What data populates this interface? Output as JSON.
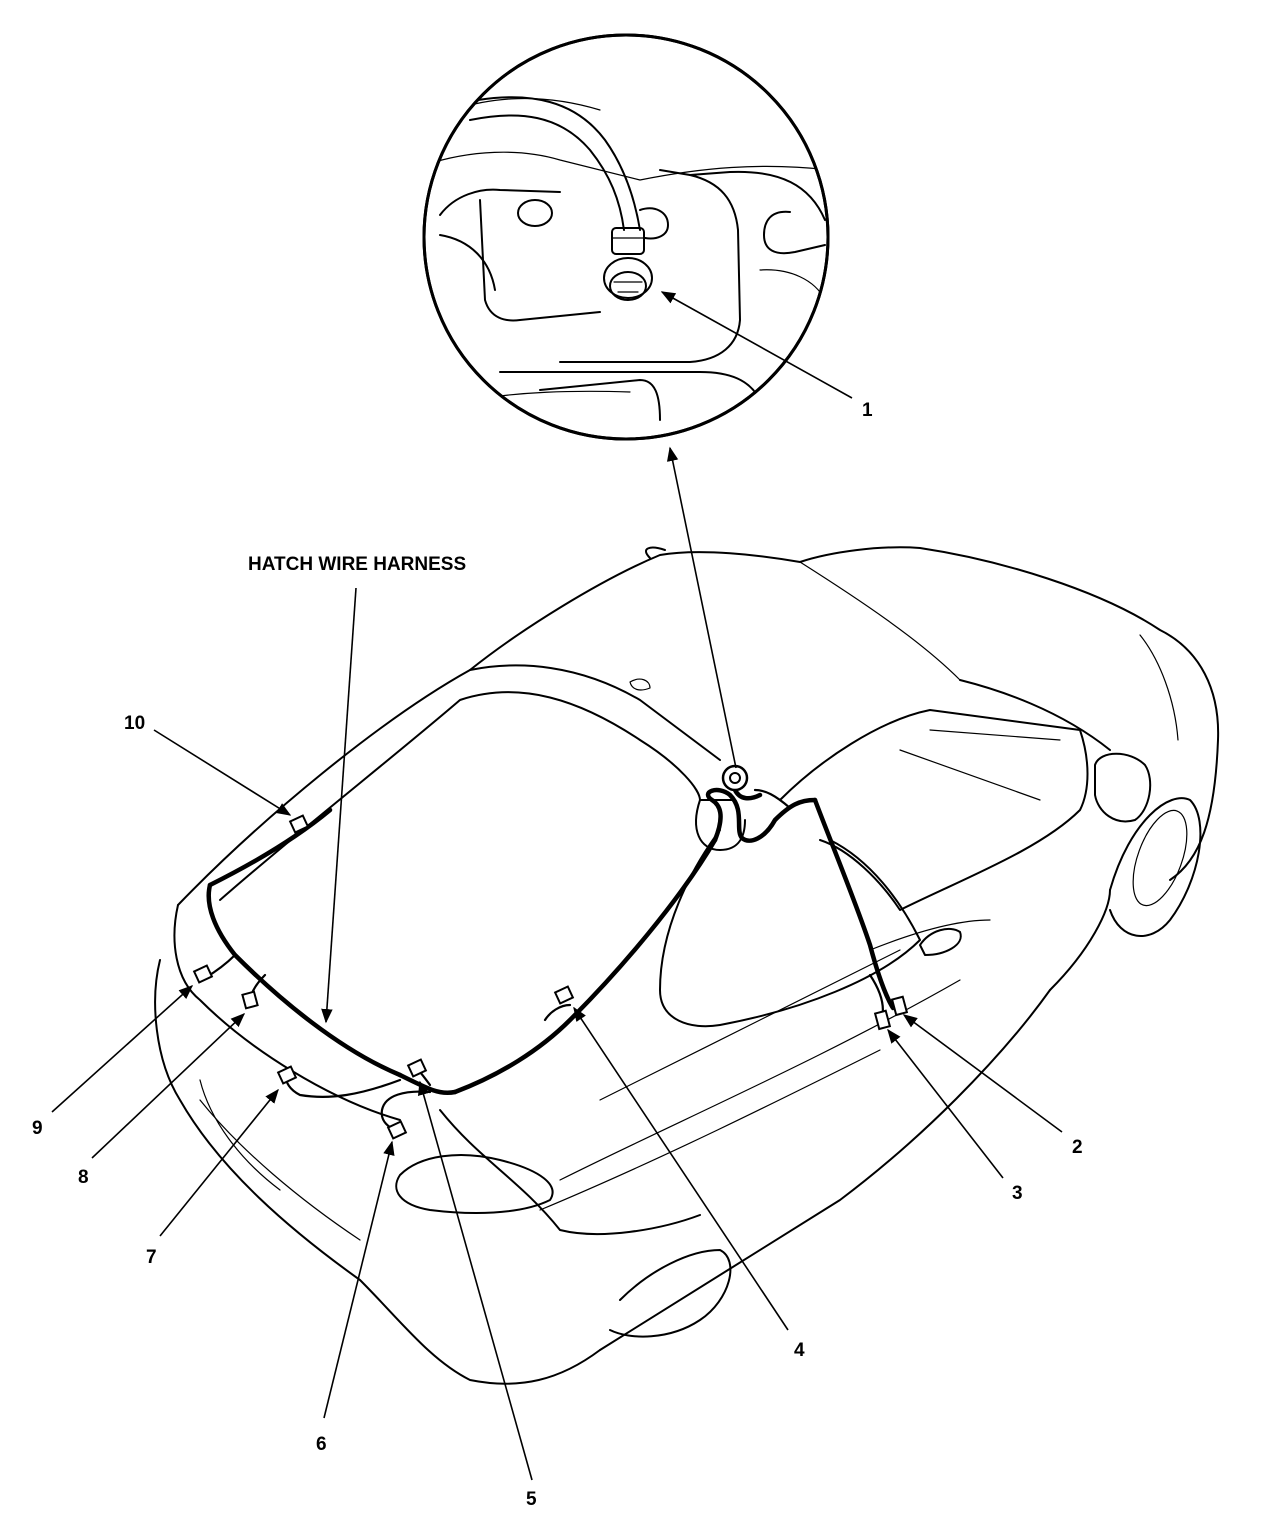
{
  "title": "HATCH WIRE HARNESS",
  "callouts": [
    {
      "id": "c1",
      "number": "1"
    },
    {
      "id": "c2",
      "number": "2"
    },
    {
      "id": "c3",
      "number": "3"
    },
    {
      "id": "c4",
      "number": "4"
    },
    {
      "id": "c5",
      "number": "5"
    },
    {
      "id": "c6",
      "number": "6"
    },
    {
      "id": "c7",
      "number": "7"
    },
    {
      "id": "c8",
      "number": "8"
    },
    {
      "id": "c9",
      "number": "9"
    },
    {
      "id": "c10",
      "number": "10"
    }
  ]
}
